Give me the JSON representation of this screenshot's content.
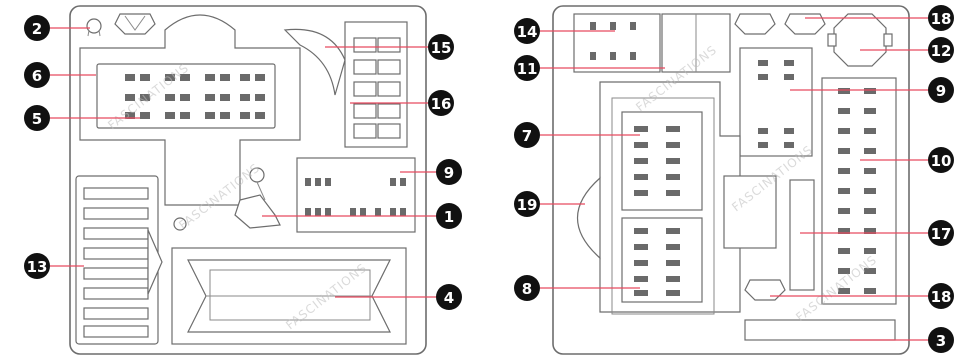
{
  "watermark": "FASCINATIONS",
  "callouts": {
    "c2": "2",
    "c6": "6",
    "c5": "5",
    "c13": "13",
    "c15": "15",
    "c16": "16",
    "c9a": "9",
    "c1": "1",
    "c4": "4",
    "c14": "14",
    "c11": "11",
    "c7": "7",
    "c19": "19",
    "c8": "8",
    "c18a": "18",
    "c12": "12",
    "c9b": "9",
    "c10": "10",
    "c17": "17",
    "c18b": "18",
    "c3": "3"
  },
  "colors": {
    "leader": "#e84a5f",
    "callout": "#111111",
    "outline": "#6d6d6d"
  }
}
